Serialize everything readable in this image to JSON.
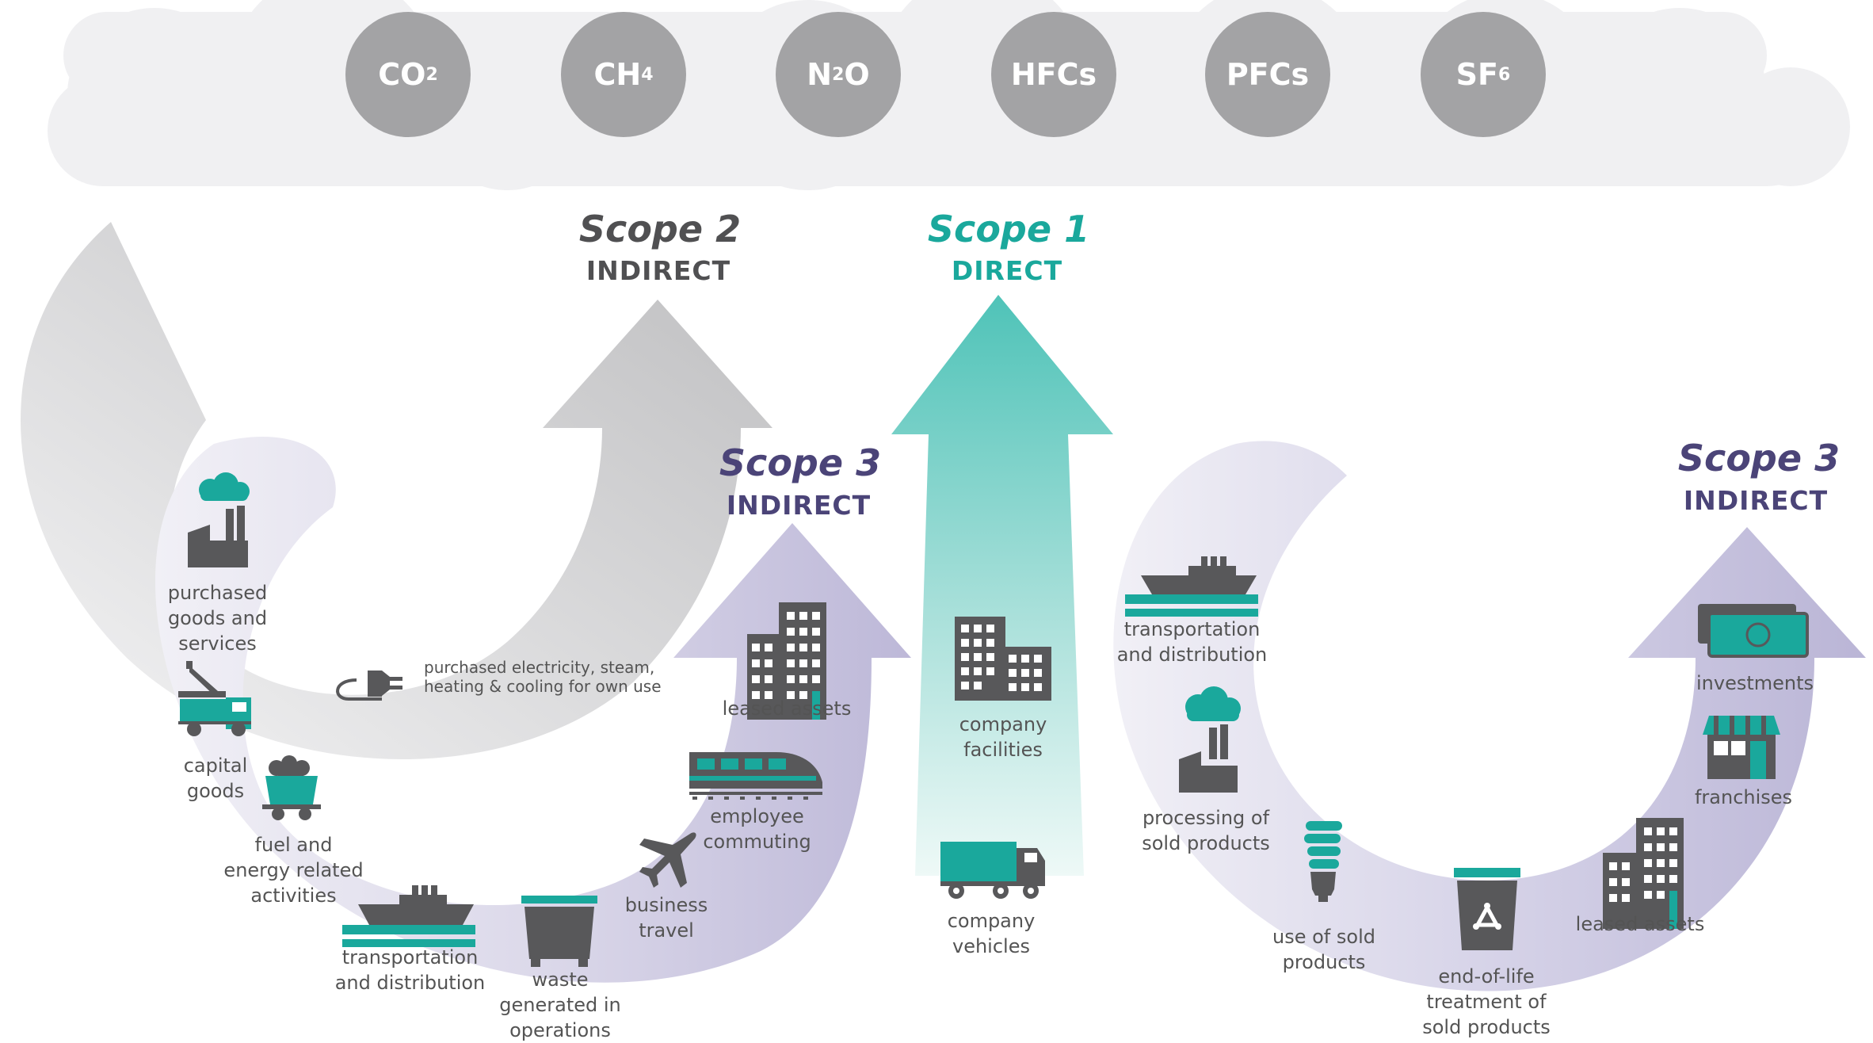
{
  "colors": {
    "teal": "#1aa89c",
    "dark_icon": "#58585a",
    "scope2_text": "#505052",
    "scope3_text": "#4b4478",
    "gas_circle": "#a3a3a5",
    "cloud": "#f0f0f2",
    "scope3_arrow": "#c5c1dc",
    "scope2_arrow": "#c4c4c6"
  },
  "gases": [
    {
      "main": "CO",
      "sub": "2"
    },
    {
      "main": "CH",
      "sub": "4"
    },
    {
      "main": "N",
      "sub": "2",
      "tail": "O"
    },
    {
      "main": "HFCs",
      "sub": ""
    },
    {
      "main": "PFCs",
      "sub": ""
    },
    {
      "main": "SF",
      "sub": "6"
    }
  ],
  "scopes": {
    "scope2": {
      "title": "Scope 2",
      "subtitle": "INDIRECT"
    },
    "scope1": {
      "title": "Scope 1",
      "subtitle": "DIRECT"
    },
    "scope3_upstream": {
      "title": "Scope 3",
      "subtitle": "INDIRECT"
    },
    "scope3_downstream": {
      "title": "Scope 3",
      "subtitle": "INDIRECT"
    }
  },
  "upstream": {
    "purchased_goods": {
      "label": "purchased\ngoods and\nservices",
      "icon": "factory-cloud-icon"
    },
    "capital_goods": {
      "label": "capital\ngoods",
      "icon": "crane-truck-icon"
    },
    "fuel_energy": {
      "label": "fuel and\nenergy related\nactivities",
      "icon": "coal-cart-icon"
    },
    "transport": {
      "label": "transportation\nand distribution",
      "icon": "ship-icon"
    },
    "waste": {
      "label": "waste\ngenerated in\noperations",
      "icon": "dumpster-icon"
    },
    "business_travel": {
      "label": "business\ntravel",
      "icon": "airplane-icon"
    },
    "employee_commuting": {
      "label": "employee\ncommuting",
      "icon": "train-icon"
    },
    "leased_assets": {
      "label": "leased assets",
      "icon": "building-icon"
    }
  },
  "scope2_item": {
    "label": "purchased electricity, steam,\nheating & cooling for own use",
    "icon": "plug-icon"
  },
  "scope1_items": {
    "facilities": {
      "label": "company\nfacilities",
      "icon": "building-icon"
    },
    "vehicles": {
      "label": "company\nvehicles",
      "icon": "truck-icon"
    }
  },
  "downstream": {
    "transport": {
      "label": "transportation\nand distribution",
      "icon": "ship-icon"
    },
    "processing": {
      "label": "processing of\nsold products",
      "icon": "factory-cloud-icon"
    },
    "use": {
      "label": "use of sold\nproducts",
      "icon": "lightbulb-icon"
    },
    "end_of_life": {
      "label": "end-of-life\ntreatment of\nsold products",
      "icon": "recycle-bin-icon"
    },
    "leased_assets": {
      "label": "leased assets",
      "icon": "building-icon"
    },
    "franchises": {
      "label": "franchises",
      "icon": "storefront-icon"
    },
    "investments": {
      "label": "investments",
      "icon": "money-icon"
    }
  }
}
